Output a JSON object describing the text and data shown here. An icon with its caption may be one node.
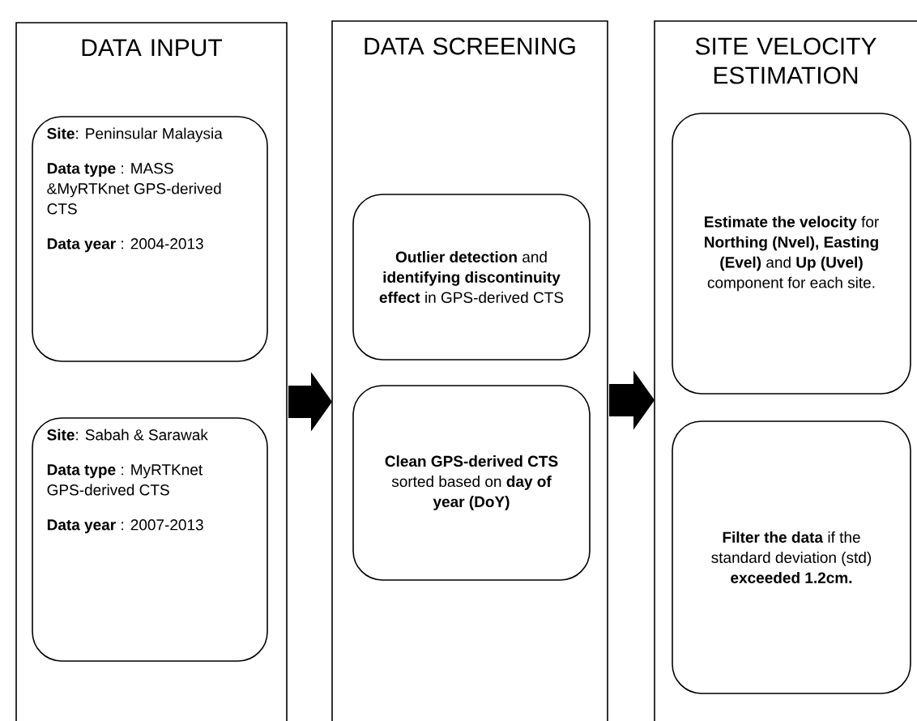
{
  "diagram": {
    "nodes": [
      {
        "text": [
          "DATA INPUT"
        ]
      },
      {
        "text": [
          "**Site**: Peninsular Malaysia",
          "**Data type** : MASS &MyRTKnet GPS-derived CTS",
          "**Data year** : 2004-2013"
        ],
        "in": 0
      },
      {
        "text": [
          "**Site**: Sabah & Sarawak",
          "**Data type** : MyRTKnet GPS-derived CTS",
          "**Data year** : 2007-2013"
        ],
        "in": 0
      },
      {
        "text": [
          "DATA SCREENING"
        ]
      },
      {
        "text": [
          "**Outlier detection** and **identifying discontinuity effect** in GPS-derived CTS"
        ],
        "in": 3
      },
      {
        "text": [
          "**Clean GPS-derived CTS** sorted based on **day of year (DoY)**"
        ],
        "in": 3
      },
      {
        "text": [
          "SITE VELOCITY ESTIMATION"
        ]
      },
      {
        "text": [
          "**Estimate the velocity** for **Northing (Nvel), Easting (Evel)** and **Up (Uvel)** component for each site."
        ],
        "in": 6
      },
      {
        "text": [
          "**Filter the data** if the standard deviation (std) **exceeded 1.2cm.**"
        ],
        "in": 6
      }
    ],
    "edges": [
      {
        "from": 0,
        "to": 3,
        "arrow": "to"
      },
      {
        "from": 3,
        "to": 6,
        "arrow": "to"
      }
    ]
  }
}
